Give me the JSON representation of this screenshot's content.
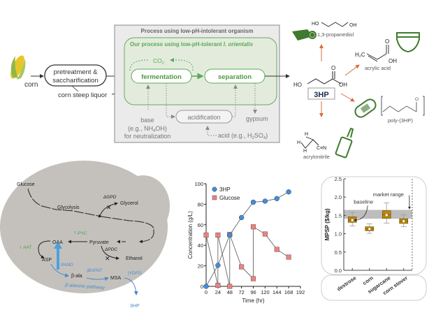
{
  "process": {
    "feedstock_label": "corn",
    "pretreatment_label_1": "pretreatment &",
    "pretreatment_label_2": "saccharification",
    "csl_label": "corn steep liquor",
    "outer_box_title": "Process using low-pH-intolerant organism",
    "inner_box_title_prefix": "Our process using low-pH-tolerant ",
    "inner_box_title_organism": "I. orientalis",
    "co2_label": "CO",
    "co2_sub": "2",
    "fermentation_label": "fermentation",
    "separation_label": "separation",
    "acidification_label": "acidification",
    "base_label_1": "base",
    "base_label_2": "(e.g., NH",
    "base_label_2_sub": "4",
    "base_label_2_end": "OH)",
    "base_label_3": "for neutralization",
    "gypsum_label": "gypsum",
    "acid_label_prefix": "acid (e.g., H",
    "acid_sub1": "2",
    "acid_mid": "SO",
    "acid_sub2": "4",
    "acid_end": ")"
  },
  "products": {
    "center_label": "3HP",
    "center_ho": "HO",
    "center_oh": "OH",
    "center_o": "O",
    "propanediol": {
      "label": "1,3-propanediol",
      "ho": "HO",
      "oh": "OH"
    },
    "acrylic_acid": {
      "label": "acrylic acid",
      "h2c": "H₂C",
      "o": "O",
      "oh": "OH"
    },
    "poly_3hp": {
      "label": "poly-(3HP)",
      "o": "O"
    },
    "acrylonitrile": {
      "label": "acrylonitrile",
      "h": "H",
      "n": "C≡N"
    },
    "colors": {
      "arrow": "#d4703c",
      "icon": "#3f7a2e"
    }
  },
  "pathway": {
    "glucose": "Glucose",
    "glycolysis": "Glycolysis",
    "dgpd": "ΔGPD",
    "glycerol": "Glycerol",
    "pyc": "PYC",
    "oaa": "OAA",
    "pyruvate": "Pyruvate",
    "aat": "AAT",
    "dpdc": "ΔPDC",
    "ethanol": "Ethanol",
    "asp": "ASP",
    "pand": "PAND",
    "bapat": "BAPAT",
    "beta_ala": "β-ala",
    "msa": "MSA",
    "ydfg": "YDFG",
    "beta_pathway": "β-alanine pathway",
    "product": "3HP",
    "colors": {
      "green": "#4aa04a",
      "blue": "#4a8ad0",
      "cell": "#c4c1bc"
    }
  },
  "chart_data": [
    {
      "type": "line",
      "title": "",
      "xlabel": "Time (hr)",
      "ylabel": "Concentration (g/L)",
      "xlim": [
        0,
        192
      ],
      "ylim": [
        0,
        100
      ],
      "xticks": [
        0,
        24,
        48,
        72,
        96,
        120,
        144,
        168,
        192
      ],
      "yticks": [
        0,
        20,
        40,
        60,
        80,
        100
      ],
      "legend": "top-left",
      "series": [
        {
          "name": "3HP",
          "marker": "circle",
          "color": "#3f8fe0",
          "points": [
            [
              0,
              0
            ],
            [
              24,
              20.5
            ],
            [
              48,
              50
            ],
            [
              72,
              67
            ],
            [
              96,
              82
            ],
            [
              120,
              83
            ],
            [
              144,
              85.5
            ],
            [
              168,
              92
            ]
          ]
        },
        {
          "name": "Glucose",
          "marker": "square",
          "color": "#f08080",
          "points": [
            [
              0,
              50
            ],
            [
              24,
              1
            ],
            [
              24,
              50
            ],
            [
              48,
              0
            ],
            [
              48,
              50.5
            ],
            [
              72,
              19
            ],
            [
              96,
              7.5
            ],
            [
              96,
              58
            ],
            [
              120,
              51
            ],
            [
              144,
              36
            ],
            [
              168,
              28.5
            ]
          ]
        }
      ]
    },
    {
      "type": "box",
      "title": "",
      "xlabel": "",
      "ylabel": "MPSP ($/kg)",
      "ylim": [
        0,
        2.5
      ],
      "yticks": [
        "0.0",
        "0.5",
        "1.0",
        "1.5",
        "2.0",
        "2.5"
      ],
      "categories": [
        "dextrose",
        "corn",
        "sugarcane",
        "corn stover"
      ],
      "boxes": [
        {
          "whisker_low": 1.21,
          "q1": 1.31,
          "median": 1.37,
          "q3": 1.46,
          "whisker_high": 1.58,
          "mean": 1.37
        },
        {
          "whisker_low": 1.01,
          "q1": 1.08,
          "median": 1.13,
          "q3": 1.19,
          "whisker_high": 1.27,
          "mean": 1.13
        },
        {
          "whisker_low": 1.29,
          "q1": 1.42,
          "median": 1.52,
          "q3": 1.63,
          "whisker_high": 1.84,
          "mean": 1.51
        },
        {
          "whisker_low": 1.19,
          "q1": 1.28,
          "median": 1.34,
          "q3": 1.41,
          "whisker_high": 1.52,
          "mean": 1.34
        }
      ],
      "market_range": [
        1.41,
        1.65
      ],
      "annotations": [
        "baseline",
        "market range"
      ],
      "box_color": "#b8860b"
    }
  ]
}
